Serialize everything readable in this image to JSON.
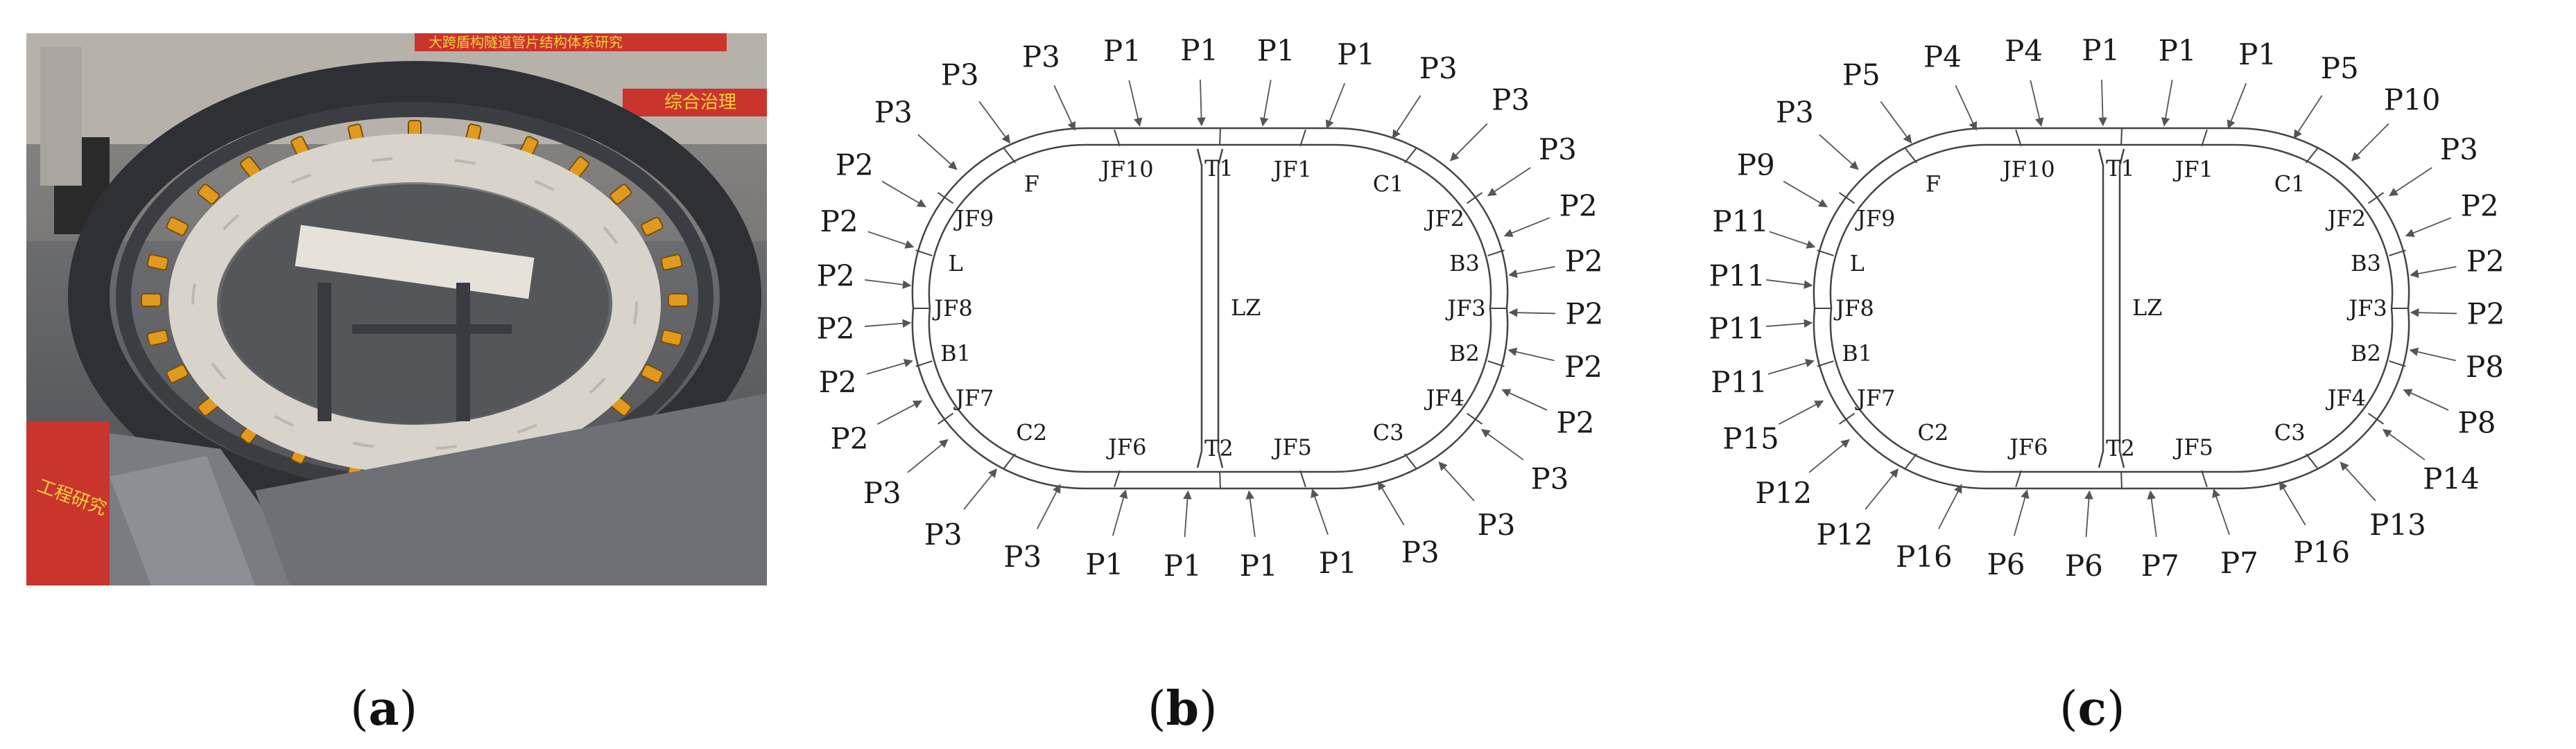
{
  "panels": [
    {
      "id": "a",
      "caption_open": "(",
      "caption_letter": "a",
      "caption_close": ")"
    },
    {
      "id": "b",
      "caption_open": "(",
      "caption_letter": "b",
      "caption_close": ")"
    },
    {
      "id": "c",
      "caption_open": "(",
      "caption_letter": "c",
      "caption_close": ")"
    }
  ],
  "photo": {
    "banner_top_text": "大跨盾构隧道管片结构体系研究",
    "banner_right_text": "综合治理",
    "banner_left_text": "工程研究"
  },
  "diagram_b": {
    "joints": [
      "T1",
      "JF1",
      "C1",
      "JF2",
      "B3",
      "JF3",
      "B2",
      "JF4",
      "C3",
      "JF5",
      "T2",
      "JF6",
      "C2",
      "JF7",
      "B1",
      "JF8",
      "L",
      "JF9",
      "F",
      "JF10",
      "LZ"
    ],
    "loads": [
      "P1",
      "P1",
      "P3",
      "P3",
      "P3",
      "P2",
      "P2",
      "P2",
      "P2",
      "P2",
      "P3",
      "P3",
      "P3",
      "P1",
      "P1",
      "P1",
      "P1",
      "P3",
      "P3",
      "P3",
      "P2",
      "P2",
      "P2",
      "P2",
      "P2",
      "P2",
      "P3",
      "P3",
      "P3",
      "P1",
      "P1"
    ]
  },
  "diagram_c": {
    "joints": [
      "T1",
      "JF1",
      "C1",
      "JF2",
      "B3",
      "JF3",
      "B2",
      "JF4",
      "C3",
      "JF5",
      "T2",
      "JF6",
      "C2",
      "JF7",
      "B1",
      "JF8",
      "L",
      "JF9",
      "F",
      "JF10",
      "LZ"
    ],
    "loads": [
      "P1",
      "P1",
      "P5",
      "P10",
      "P3",
      "P2",
      "P2",
      "P2",
      "P8",
      "P8",
      "P14",
      "P13",
      "P16",
      "P7",
      "P7",
      "P6",
      "P6",
      "P16",
      "P12",
      "P12",
      "P15",
      "P11",
      "P11",
      "P11",
      "P11",
      "P9",
      "P3",
      "P5",
      "P4",
      "P4",
      "P1"
    ]
  }
}
